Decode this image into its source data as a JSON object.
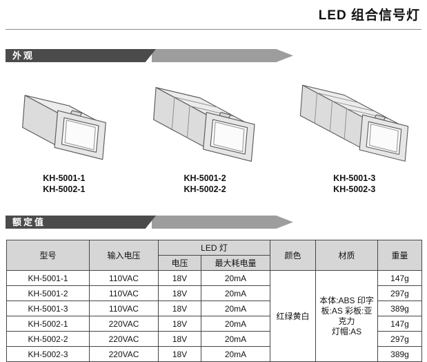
{
  "page": {
    "title": "LED 组合信号灯"
  },
  "sections": {
    "appearance": "外观",
    "ratings": "额定值"
  },
  "products": [
    {
      "model_a": "KH-5001-1",
      "model_b": "KH-5002-1"
    },
    {
      "model_a": "KH-5001-2",
      "model_b": "KH-5002-2"
    },
    {
      "model_a": "KH-5001-3",
      "model_b": "KH-5002-3"
    }
  ],
  "table": {
    "headers": {
      "model": "型号",
      "input_voltage": "输入电压",
      "led": "LED 灯",
      "voltage": "电压",
      "max_current": "最大耗电量",
      "color": "颜色",
      "material": "材质",
      "weight": "重量"
    },
    "rows": [
      {
        "model": "KH-5001-1",
        "input": "110VAC",
        "voltage": "18V",
        "current": "20mA",
        "weight": "147g"
      },
      {
        "model": "KH-5001-2",
        "input": "110VAC",
        "voltage": "18V",
        "current": "20mA",
        "weight": "297g"
      },
      {
        "model": "KH-5001-3",
        "input": "110VAC",
        "voltage": "18V",
        "current": "20mA",
        "weight": "389g"
      },
      {
        "model": "KH-5002-1",
        "input": "220VAC",
        "voltage": "18V",
        "current": "20mA",
        "weight": "147g"
      },
      {
        "model": "KH-5002-2",
        "input": "220VAC",
        "voltage": "18V",
        "current": "20mA",
        "weight": "297g"
      },
      {
        "model": "KH-5002-3",
        "input": "220VAC",
        "voltage": "18V",
        "current": "20mA",
        "weight": "389g"
      }
    ],
    "color_value": "红绿黄白",
    "material_value": "本体:ABS 印字板:AS 彩板:亚克力\n灯帽:AS"
  },
  "colors": {
    "banner_dark": "#4b4b4b",
    "banner_arrow": "#9d9d9d",
    "table_header_bg": "#d6d6d6"
  }
}
